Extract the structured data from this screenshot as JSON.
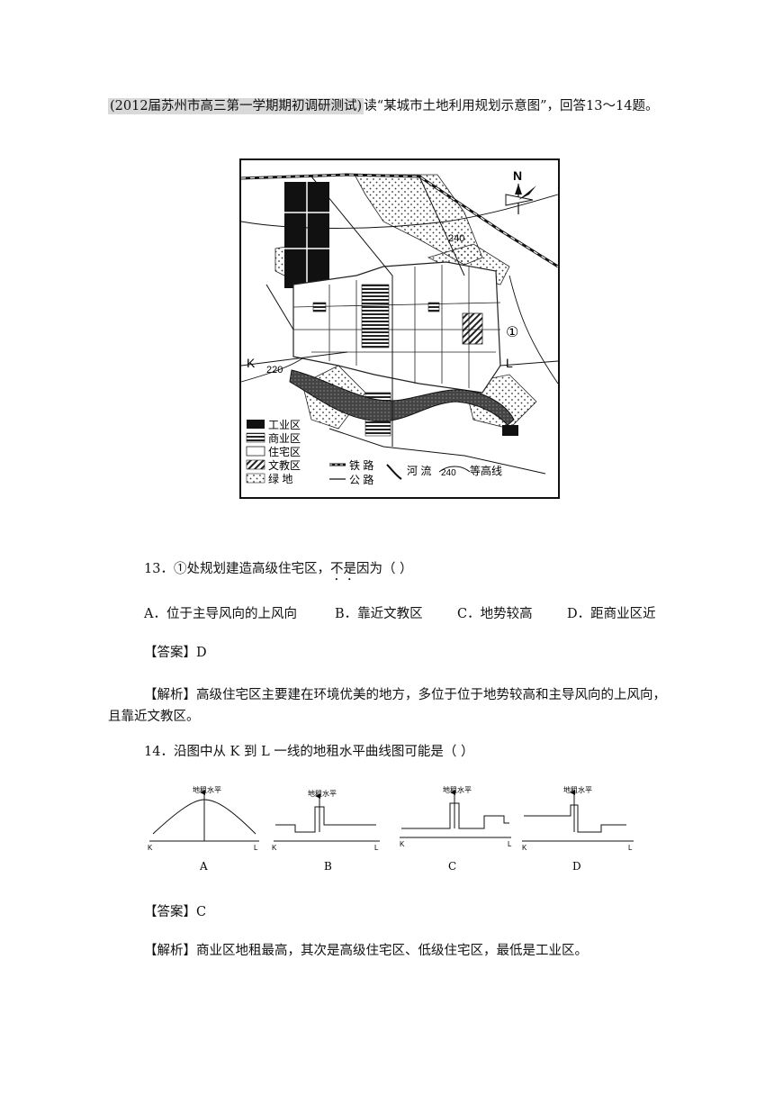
{
  "intro": {
    "source": "(2012届苏州市高三第一学期期初调研测试)",
    "text": "读“某城市土地利用规划示意图”，回答13～14题。"
  },
  "map": {
    "north": "N",
    "contour_240": "240",
    "contour_220": "220",
    "point_k": "K",
    "point_l": "L",
    "marker_1": "①",
    "legend": {
      "industrial": "工业区",
      "commercial": "商业区",
      "residential": "住宅区",
      "education": "文教区",
      "green": "绿 地",
      "railway": "铁 路",
      "road": "公 路",
      "river": "河 流",
      "contour_value": "240",
      "contour": "等高线"
    }
  },
  "q13": {
    "prefix": "13．①处规划建造高级住宅区，",
    "emph": "不是",
    "suffix": "因为（   ）",
    "options": {
      "a": "A．位于主导风向的上风向",
      "b": "B．靠近文教区",
      "c": "C．地势较高",
      "d": "D．距商业区近"
    },
    "answer": "【答案】D",
    "explanation": "【解析】高级住宅区主要建在环境优美的地方，多位于位于地势较高和主导风向的上风向，且靠近文教区。"
  },
  "q14": {
    "stem": "14．沿图中从 K 到 L 一线的地租水平曲线图可能是（   ）",
    "graph_title": "地租水平",
    "axis_k": "K",
    "axis_l": "L",
    "captions": [
      "A",
      "B",
      "C",
      "D"
    ],
    "answer": "【答案】C",
    "explanation": "【解析】商业区地租最高，其次是高级住宅区、低级住宅区，最低是工业区。"
  }
}
